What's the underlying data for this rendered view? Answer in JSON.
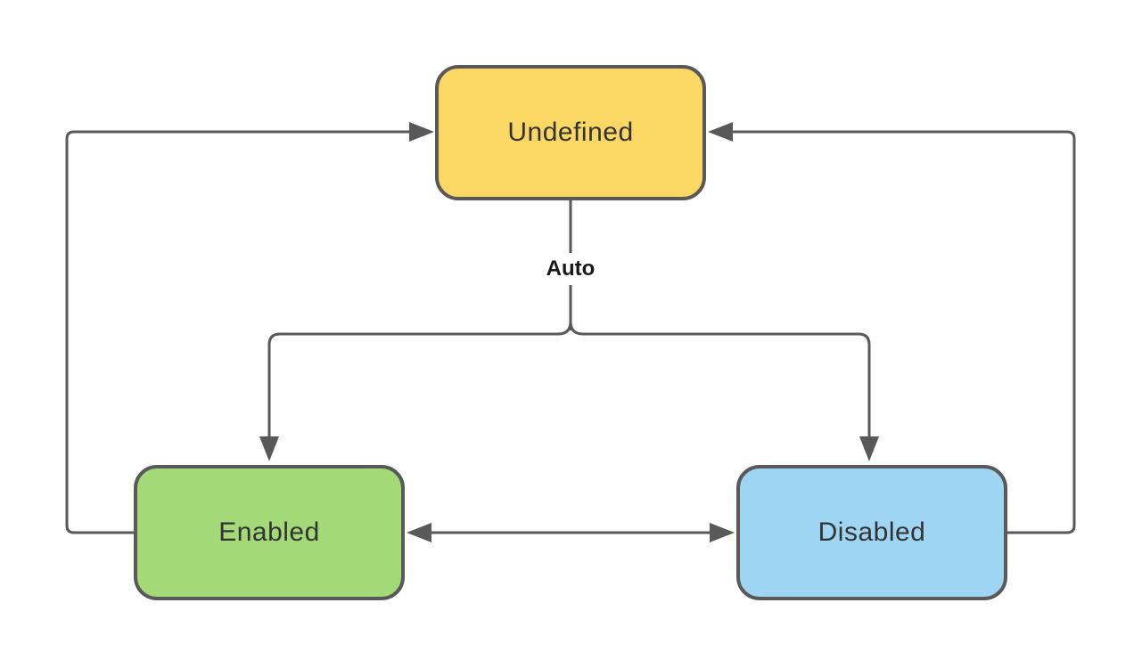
{
  "diagram": {
    "type": "state-diagram",
    "nodes": [
      {
        "id": "undefined",
        "label": "Undefined",
        "fill": "#FBD864",
        "border": "#595959"
      },
      {
        "id": "enabled",
        "label": "Enabled",
        "fill": "#A3D977",
        "border": "#595959"
      },
      {
        "id": "disabled",
        "label": "Disabled",
        "fill": "#9DD5F2",
        "border": "#595959"
      }
    ],
    "edge_labels": {
      "auto": "Auto"
    },
    "edges": [
      {
        "from": "enabled",
        "to": "undefined",
        "label": ""
      },
      {
        "from": "disabled",
        "to": "undefined",
        "label": ""
      },
      {
        "from": "undefined",
        "to": "enabled",
        "label": "Auto"
      },
      {
        "from": "undefined",
        "to": "disabled",
        "label": "Auto"
      },
      {
        "from": "enabled",
        "to": "disabled",
        "bidirectional": true,
        "label": ""
      }
    ],
    "colors": {
      "stroke": "#595959",
      "node_text": "#333333",
      "edge_label_text": "#1A1A1A",
      "background": "#FFFFFF"
    }
  }
}
